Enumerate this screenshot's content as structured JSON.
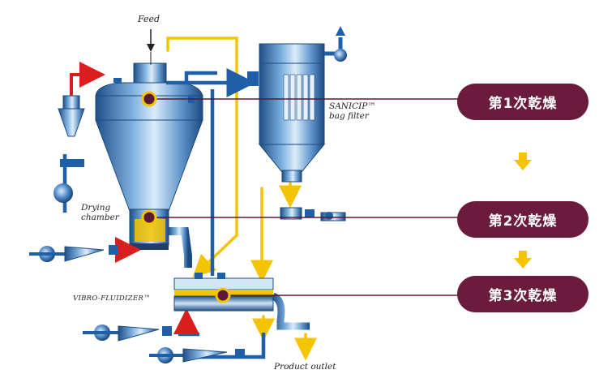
{
  "labels": {
    "feed": "Feed",
    "bag_filter_line1": "SANICIP™",
    "bag_filter_line2": "bag filter",
    "drying_line1": "Drying",
    "drying_line2": "chamber",
    "vibro": "VIBRO-FLUIDIZER™",
    "product_outlet": "Product outlet"
  },
  "stages": [
    {
      "label": "第1次乾燥"
    },
    {
      "label": "第2次乾燥"
    },
    {
      "label": "第3次乾燥"
    }
  ],
  "colors": {
    "pill": "#6b1c3c",
    "stage_arrow": "#f5c400",
    "marker_line": "#5a1a35",
    "air_hot": "#d91e1e",
    "air_cold": "#1f5fa8",
    "product_flow": "#f5c400",
    "vessel_dark": "#2a5f9a",
    "vessel_light": "#c8e0f5"
  }
}
